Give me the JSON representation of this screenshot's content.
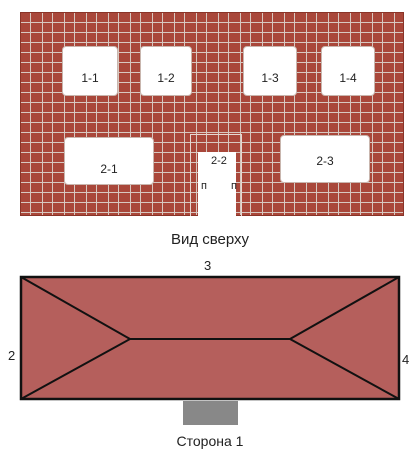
{
  "facade": {
    "windows": {
      "w1_1": "1-1",
      "w1_2": "1-2",
      "w1_3": "1-3",
      "w1_4": "1-4",
      "w2_1": "2-1",
      "w2_3": "2-3"
    },
    "door": {
      "label": "2-2",
      "left_mark": "п",
      "right_mark": "п"
    },
    "caption": "Вид сверху"
  },
  "roof": {
    "side_top": "3",
    "side_left": "2",
    "side_right": "4",
    "side_bottom_caption": "Сторона 1"
  },
  "colors": {
    "brick": "#a9473a",
    "mortar": "#d8c8c0",
    "roof_fill": "#b55f5c",
    "entrance": "#888888"
  }
}
